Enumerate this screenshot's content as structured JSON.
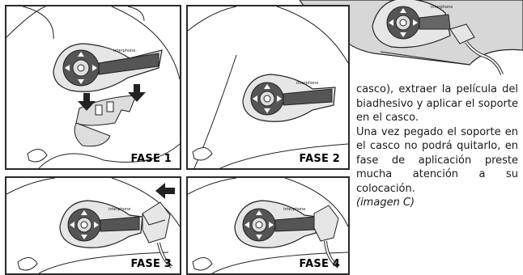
{
  "phases": [
    {
      "label": "FASE 1"
    },
    {
      "label": "FASE 2"
    },
    {
      "label": "FASE 3"
    },
    {
      "label": "FASE 4"
    }
  ],
  "device_brand": "interphone",
  "instructions": {
    "paragraph_1": "casco), extraer la película del biadhesivo y aplicar el soporte en el casco.",
    "paragraph_2": "Una vez pegado el soporte en el casco no podrá quitarlo, en fase de aplicación preste mucha atención a su colocación.",
    "image_reference": "(imagen C)"
  }
}
